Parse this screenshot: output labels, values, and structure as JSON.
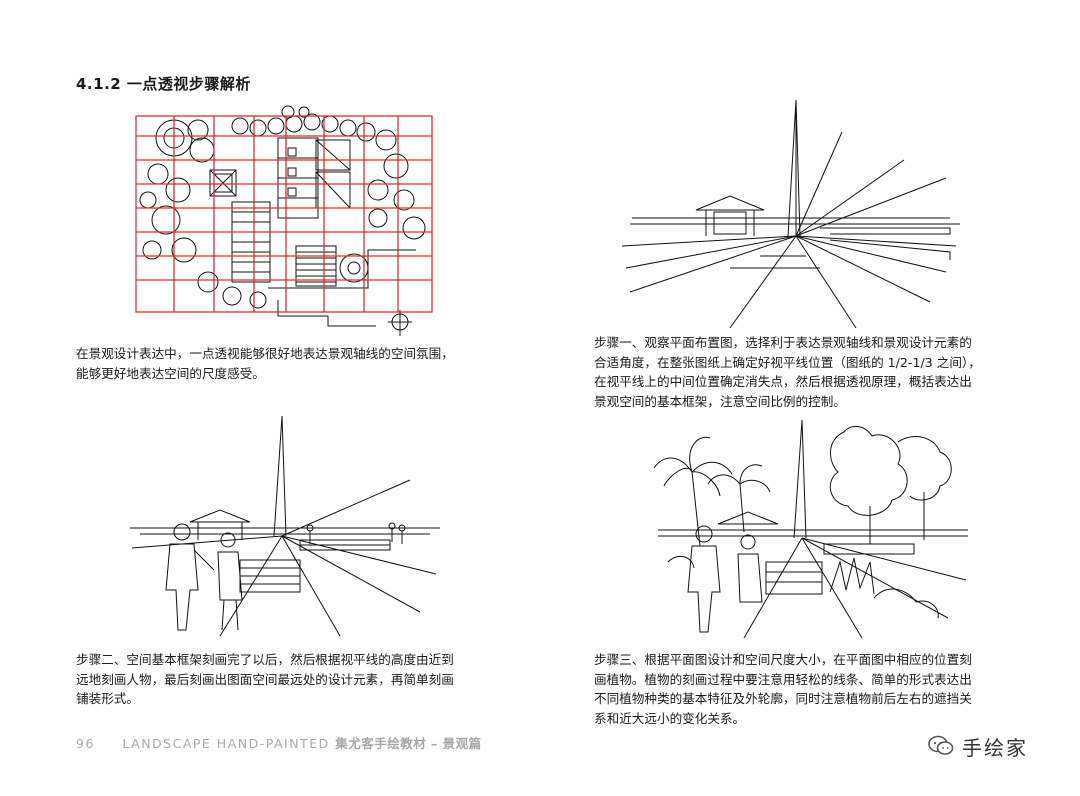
{
  "heading": "4.1.2  一点透视步骤解析",
  "paragraphs": {
    "intro": "在景观设计表达中，一点透视能够很好地表达景观轴线的空间氛围，\n能够更好地表达空间的尺度感受。",
    "step1": "步骤一、观察平面布置图，选择利于表达景观轴线和景观设计元素的\n合适角度，在整张图纸上确定好视平线位置（图纸的 1/2-1/3 之间），\n在视平线上的中间位置确定消失点，然后根据透视原理，概括表达出\n景观空间的基本框架，注意空间比例的控制。",
    "step2": "步骤二、空间基本框架刻画完了以后，然后根据视平线的高度由近到\n远地刻画人物，最后刻画出图面空间最远处的设计元素，再简单刻画\n铺装形式。",
    "step3": "步骤三、根据平面图设计和空间尺度大小，在平面图中相应的位置刻\n画植物。植物的刻画过程中要注意用轻松的线条、简单的形式表达出\n不同植物种类的基本特征及外轮廓，同时注意植物前后左右的遮挡关\n系和近大远小的变化关系。"
  },
  "footer": {
    "page_number": "96",
    "title": "LANDSCAPE HAND-PAINTED",
    "subtitle": "集尤客手绘教材 – 景观篇"
  },
  "logo": {
    "text": "手绘家",
    "icon": "wechat-icon"
  },
  "colors": {
    "grid_line": "#e52b2b",
    "ink": "#111111",
    "footer_text": "#a8a8a8"
  }
}
